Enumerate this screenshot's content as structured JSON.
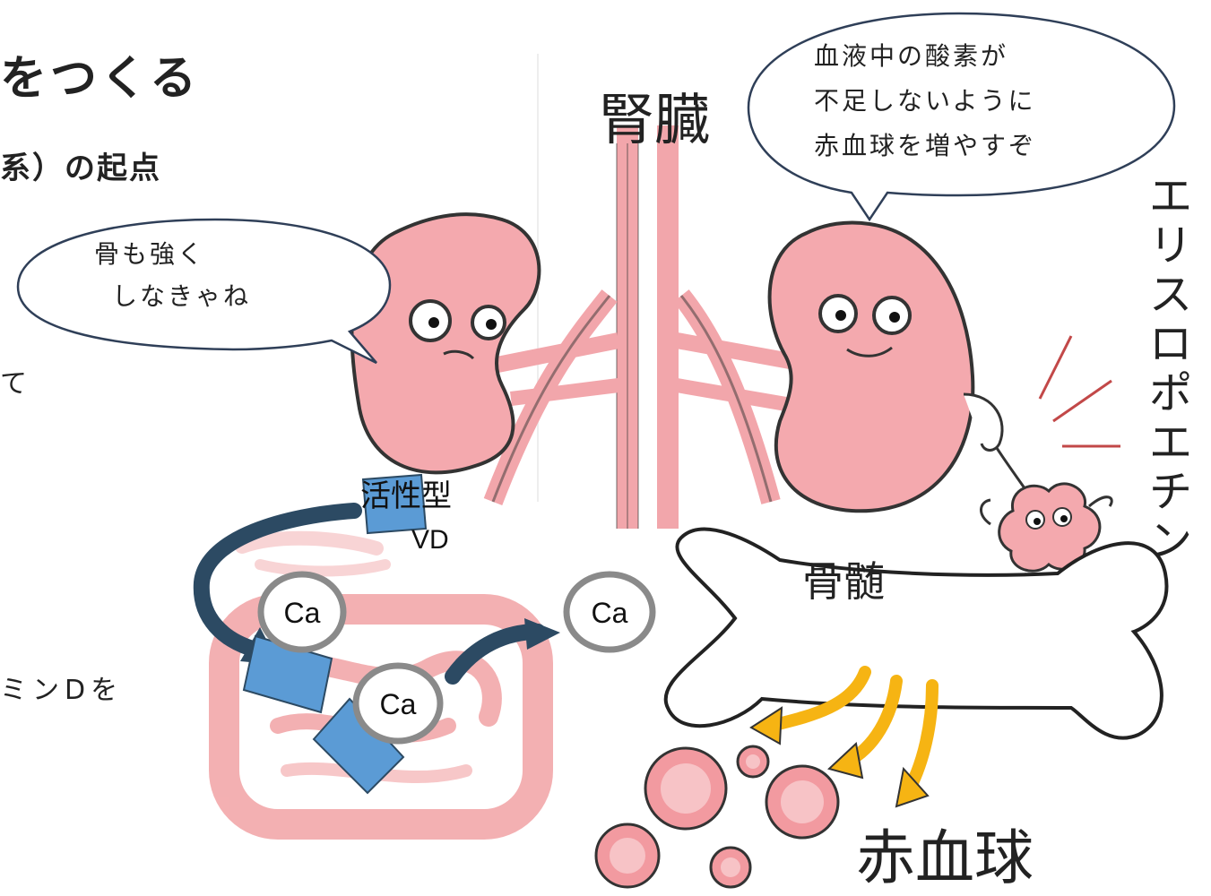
{
  "title": "をつくる",
  "subtitle": "系）の起点",
  "fragments": {
    "left_mid": "て",
    "left_low": "ミンDを"
  },
  "bubbles": {
    "left": [
      "骨も強く",
      "しなきゃね"
    ],
    "right": [
      "血液中の酸素が",
      "不足しないように",
      "赤血球を増やすぞ"
    ]
  },
  "labels": {
    "kidney": "腎臓",
    "marrow": "骨髄",
    "rbc": "赤血球",
    "epo": [
      "エ",
      "リ",
      "ス",
      "ロ",
      "ポ",
      "エ",
      "チ",
      "ン"
    ],
    "vd_line1": "活性型",
    "vd_line2": "VD",
    "ca": [
      "Ca",
      "Ca",
      "Ca"
    ]
  },
  "colors": {
    "kidney": "#f4a9ae",
    "vessel": "#f2a6ab",
    "intestine": "#ef8f92",
    "arrow_dark": "#2c4a63",
    "arrow_yellow": "#f6b413",
    "vd_blue": "#5b9bd5",
    "rbc": "#f29aa0",
    "ca_ring": "#8a8a8a"
  },
  "icons": [
    "kidney-character-icon",
    "bone-icon",
    "red-blood-cell-icon",
    "bone-marrow-cell-icon",
    "intestine-icon",
    "speech-bubble-icon",
    "arrow-icon"
  ]
}
